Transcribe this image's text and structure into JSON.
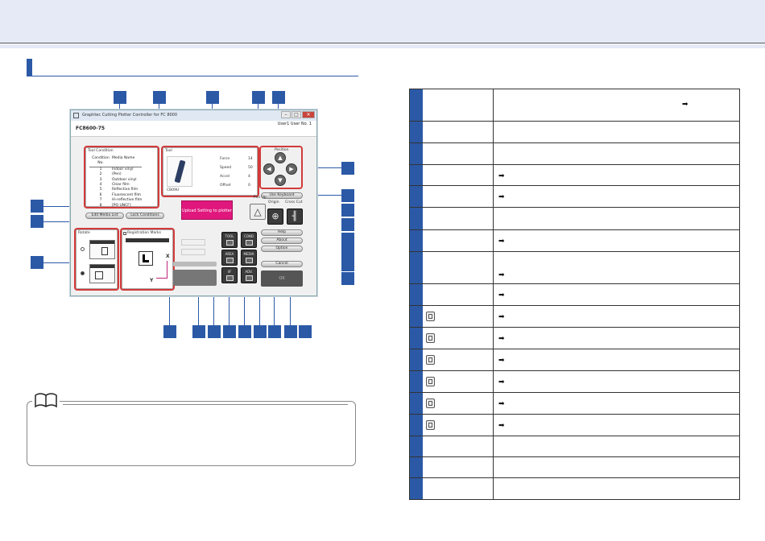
{
  "app_window": {
    "title": "Graphtec Cutting Plotter Controller for FC 8000",
    "model": "FC8600-75",
    "user": "User1   User No. 1",
    "window_controls": {
      "minimize": "–",
      "maximize": "□",
      "close": "✕"
    }
  },
  "tool_condition": {
    "title": "Tool Condition",
    "columns": [
      "Condition No.",
      "Media Name"
    ],
    "rows": [
      [
        "1",
        "Indoor vinyl"
      ],
      [
        "2",
        "(Pen)"
      ],
      [
        "3",
        "Outdoor vinyl"
      ],
      [
        "4",
        "Clear film"
      ],
      [
        "5",
        "Reflective film"
      ],
      [
        "6",
        "Fluorescent film"
      ],
      [
        "7",
        "Hi-reflective film"
      ],
      [
        "8",
        "[PO UNCF]"
      ]
    ]
  },
  "tool": {
    "title": "Tool",
    "tool_name": "CB09U",
    "params": [
      {
        "label": "Force",
        "value": "14"
      },
      {
        "label": "Speed",
        "value": "50"
      },
      {
        "label": "Accel",
        "value": "4"
      },
      {
        "label": "Offset",
        "value": "0"
      }
    ]
  },
  "position": {
    "label": "Position"
  },
  "buttons": {
    "edit_media_list": "Edit Media List",
    "lock_conditions": "Lock Conditions",
    "upload_setting": "Upload Setting to plotter",
    "use_keyboard": "Use Keyboard",
    "origin": "Origin",
    "cross_cut": "Cross Cut",
    "pen_up": "Pen Up",
    "help": "Help",
    "about": "About",
    "option": "Option",
    "cancel": "Cancel",
    "ok": "OK"
  },
  "rotate": {
    "label": "Rotate"
  },
  "registration": {
    "label": "Registration Marks"
  },
  "axes": {
    "x": "X",
    "y": "Y"
  },
  "icon_buttons": [
    {
      "label": "TOOL",
      "icon": "tool-icon"
    },
    {
      "label": "COND",
      "icon": "condition-icon"
    },
    {
      "label": "AREA",
      "icon": "area-icon"
    },
    {
      "label": "MEDIA",
      "icon": "media-icon"
    },
    {
      "label": "I/F",
      "icon": "interface-icon"
    },
    {
      "label": "ADV.",
      "icon": "advanced-icon"
    }
  ],
  "colors": {
    "accent": "#2b59a6",
    "highlight": "#e0177d",
    "callout": "#d33a3a"
  }
}
